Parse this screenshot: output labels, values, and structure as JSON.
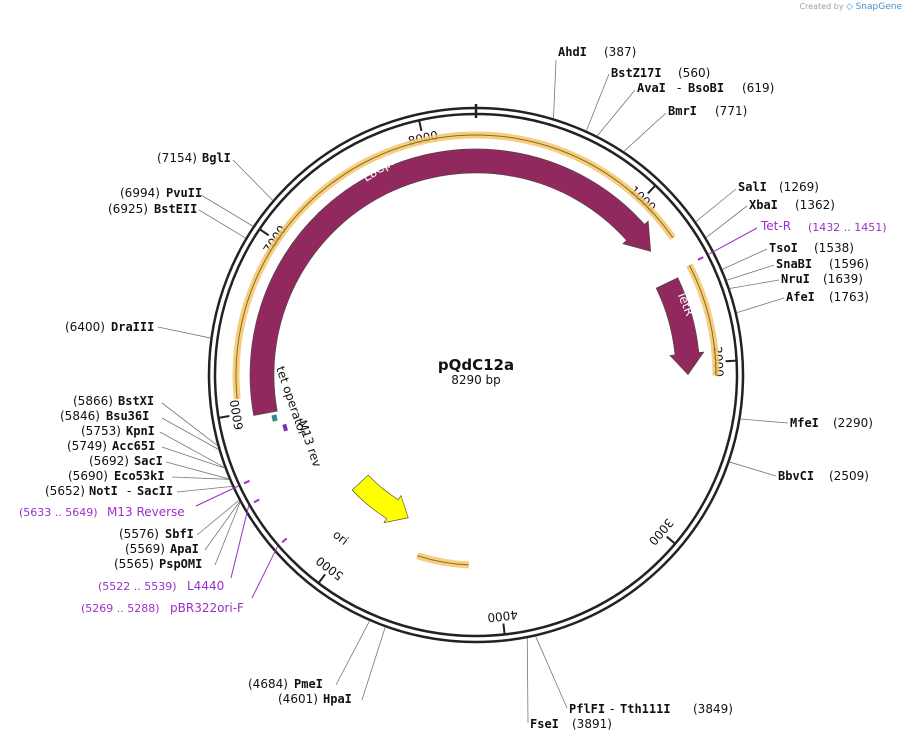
{
  "credit": {
    "prefix": "Created by",
    "brand": "SnapGene"
  },
  "plasmid": {
    "name": "pQdC12a",
    "length_label": "8290 bp",
    "length": 8290
  },
  "ticks": [
    {
      "value": 1000,
      "label": "1000"
    },
    {
      "value": 2000,
      "label": "2000"
    },
    {
      "value": 3000,
      "label": "3000"
    },
    {
      "value": 4000,
      "label": "4000"
    },
    {
      "value": 5000,
      "label": "5000"
    },
    {
      "value": 6000,
      "label": "6000"
    },
    {
      "value": 7000,
      "label": "7000"
    },
    {
      "value": 8000,
      "label": "8000"
    }
  ],
  "features": [
    {
      "name": "LbCpf1",
      "color": "#92295e",
      "highlight": "#f5c56b"
    },
    {
      "name": "TetR",
      "color": "#92295e",
      "highlight": "#f5c56b"
    },
    {
      "name": "ori",
      "color": "#ffff00",
      "highlight": "#f5c56b"
    },
    {
      "name": "tet operator",
      "color": "#2e8b8b"
    },
    {
      "name": "M13 rev",
      "color": "#7b2fbe"
    }
  ],
  "enzymes_right": [
    {
      "name": "AhdI",
      "site": 387,
      "pos": "(387)"
    },
    {
      "name": "BstZ17I",
      "site": 560,
      "pos": "(560)"
    },
    {
      "name": "AvaI",
      "name2": "BsoBI",
      "site": 619,
      "pos": "(619)"
    },
    {
      "name": "BmrI",
      "site": 771,
      "pos": "(771)"
    },
    {
      "name": "SalI",
      "site": 1269,
      "pos": "(1269)"
    },
    {
      "name": "XbaI",
      "site": 1362,
      "pos": "(1362)"
    },
    {
      "name": "TsoI",
      "site": 1538,
      "pos": "(1538)"
    },
    {
      "name": "SnaBI",
      "site": 1596,
      "pos": "(1596)"
    },
    {
      "name": "NruI",
      "site": 1639,
      "pos": "(1639)"
    },
    {
      "name": "AfeI",
      "site": 1763,
      "pos": "(1763)"
    },
    {
      "name": "MfeI",
      "site": 2290,
      "pos": "(2290)"
    },
    {
      "name": "BbvCI",
      "site": 2509,
      "pos": "(2509)"
    },
    {
      "name": "PflFI",
      "name2": "Tth111I",
      "site": 3849,
      "pos": "(3849)"
    },
    {
      "name": "FseI",
      "site": 3891,
      "pos": "(3891)"
    }
  ],
  "enzymes_left": [
    {
      "name": "BglI",
      "site": 7154,
      "pos": "(7154)"
    },
    {
      "name": "PvuII",
      "site": 6994,
      "pos": "(6994)"
    },
    {
      "name": "BstEII",
      "site": 6925,
      "pos": "(6925)"
    },
    {
      "name": "DraIII",
      "site": 6400,
      "pos": "(6400)"
    },
    {
      "name": "BstXI",
      "site": 5866,
      "pos": "(5866)"
    },
    {
      "name": "Bsu36I",
      "site": 5846,
      "pos": "(5846)"
    },
    {
      "name": "KpnI",
      "site": 5753,
      "pos": "(5753)"
    },
    {
      "name": "Acc65I",
      "site": 5749,
      "pos": "(5749)"
    },
    {
      "name": "SacI",
      "site": 5692,
      "pos": "(5692)"
    },
    {
      "name": "Eco53kI",
      "site": 5690,
      "pos": "(5690)"
    },
    {
      "name": "NotI",
      "name2": "SacII",
      "site": 5652,
      "pos": "(5652)"
    },
    {
      "name": "SbfI",
      "site": 5576,
      "pos": "(5576)"
    },
    {
      "name": "ApaI",
      "site": 5569,
      "pos": "(5569)"
    },
    {
      "name": "PspOMI",
      "site": 5565,
      "pos": "(5565)"
    },
    {
      "name": "PmeI",
      "site": 4684,
      "pos": "(4684)"
    },
    {
      "name": "HpaI",
      "site": 4601,
      "pos": "(4601)"
    }
  ],
  "primers": [
    {
      "name": "Tet-R",
      "range": "(1432 .. 1451)",
      "site": 1441
    },
    {
      "name": "M13 Reverse",
      "range": "(5633 .. 5649)",
      "site": 5641
    },
    {
      "name": "L4440",
      "range": "(5522 .. 5539)",
      "site": 5530
    },
    {
      "name": "pBR322ori-F",
      "range": "(5269 .. 5288)",
      "site": 5278
    }
  ],
  "colors": {
    "backbone": "#222222",
    "primer": "#9b30c9",
    "feature": "#92295e",
    "ori": "#ffff00",
    "highlight": "#f5c56b"
  }
}
